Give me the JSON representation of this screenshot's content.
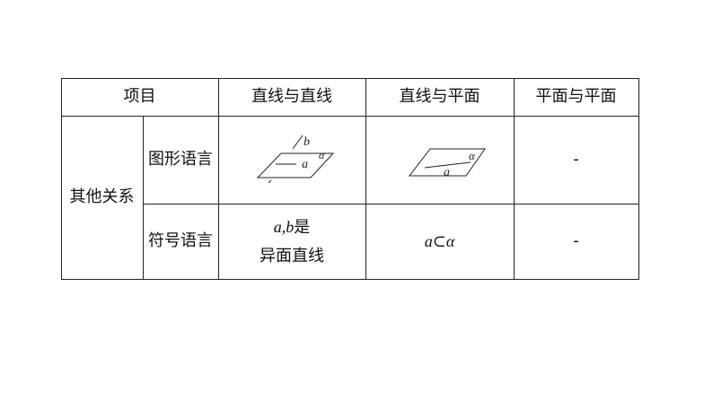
{
  "table": {
    "headers": [
      "项目",
      "直线与直线",
      "直线与平面",
      "平面与平面"
    ],
    "group_label": "其他关系",
    "rows": [
      {
        "label": "图形语言",
        "line_line": {
          "figure": "skew-lines-diagram",
          "labels": {
            "line1": "a",
            "line2": "b",
            "plane": "α"
          }
        },
        "line_plane": {
          "figure": "line-in-plane-diagram",
          "labels": {
            "line": "a",
            "plane": "α"
          }
        },
        "plane_plane": "-"
      },
      {
        "label": "符号语言",
        "line_line": {
          "math": "a,b",
          "suffix": "是",
          "line2": "异面直线"
        },
        "line_plane": "a⊂α",
        "plane_plane": "-"
      }
    ]
  }
}
